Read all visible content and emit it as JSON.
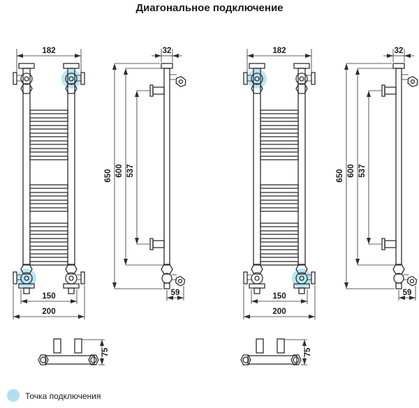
{
  "title": "Диагональное подключение",
  "drawing": {
    "front_view": {
      "dim_width_top": "182",
      "dim_width_connections": "150",
      "dim_width_overall": "200"
    },
    "side_view": {
      "dim_depth": "32",
      "dim_height_overall": "650",
      "dim_height_rail": "600",
      "dim_height_axles": "537",
      "dim_bottom_offset": "59"
    },
    "plan_view": {
      "dim_depth": "75"
    }
  },
  "legend": {
    "connection_point_label": "Точка подключения"
  },
  "colors": {
    "line": "#2e2e2e",
    "highlight": "#aee0f2"
  }
}
